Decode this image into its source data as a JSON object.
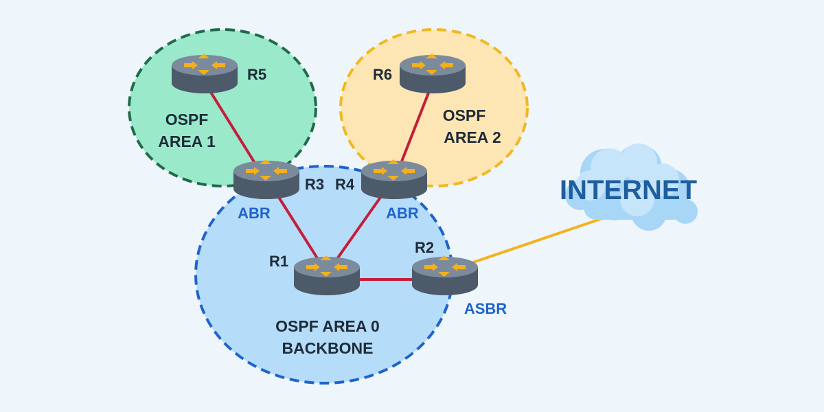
{
  "areas": {
    "area0": {
      "line1": "OSPF AREA 0",
      "line2": "BACKBONE",
      "fill": "#b5dcf8",
      "stroke": "#1f63cc"
    },
    "area1": {
      "line1": "OSPF",
      "line2": "AREA 1",
      "fill": "#9be9cb",
      "stroke": "#1f6b4a"
    },
    "area2": {
      "line1": "OSPF",
      "line2": "AREA 2",
      "fill": "#fde6b3",
      "stroke": "#f0b822"
    }
  },
  "routers": {
    "r1": {
      "label": "R1"
    },
    "r2": {
      "label": "R2",
      "role": "ASBR"
    },
    "r3": {
      "label": "R3",
      "role": "ABR"
    },
    "r4": {
      "label": "R4",
      "role": "ABR"
    },
    "r5": {
      "label": "R5"
    },
    "r6": {
      "label": "R6"
    }
  },
  "internet": {
    "label": "INTERNET"
  },
  "colors": {
    "internal_link": "#c41e3a",
    "external_link": "#f5b21e",
    "router_top": "#7c8b9c",
    "router_side": "#4c5a6a",
    "router_arrows": "#f3b01e",
    "role_text": "#1f63cc"
  }
}
